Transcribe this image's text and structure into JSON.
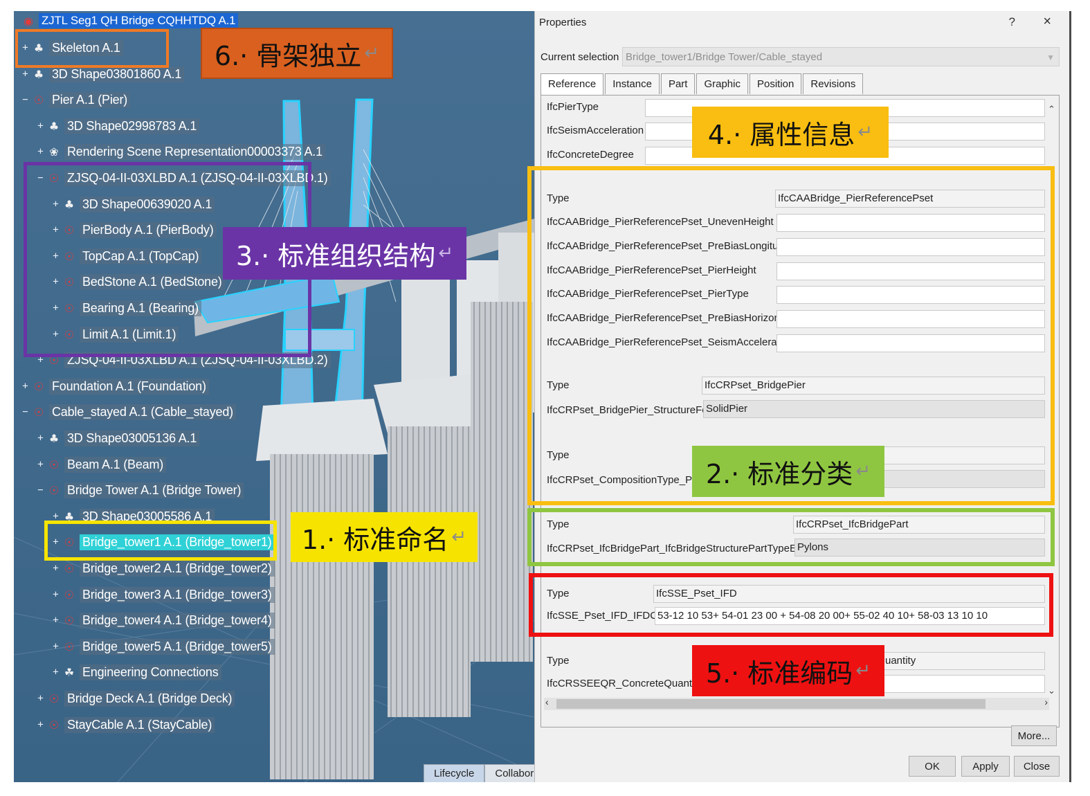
{
  "tree": {
    "root": "ZJTL Seg1 QH Bridge CQHHTDQ A.1",
    "items": [
      {
        "label": "Skeleton A.1",
        "icon": "shape-icon"
      },
      {
        "label": "3D Shape03801860 A.1",
        "icon": "shape-icon"
      },
      {
        "label": "Pier A.1 (Pier)",
        "icon": "product-icon"
      },
      {
        "label": "3D Shape02998783 A.1",
        "icon": "shape-icon"
      },
      {
        "label": "Rendering Scene Representation00003373 A.1",
        "icon": "scene-icon"
      },
      {
        "label": "ZJSQ-04-II-03XLBD A.1 (ZJSQ-04-II-03XLBD.1)",
        "icon": "product-icon"
      },
      {
        "label": "3D Shape00639020 A.1",
        "icon": "shape-icon"
      },
      {
        "label": "PierBody A.1 (PierBody)",
        "icon": "product-icon"
      },
      {
        "label": "TopCap A.1 (TopCap)",
        "icon": "product-icon"
      },
      {
        "label": "BedStone A.1 (BedStone)",
        "icon": "product-icon"
      },
      {
        "label": "Bearing A.1 (Bearing)",
        "icon": "product-icon"
      },
      {
        "label": "Limit A.1 (Limit.1)",
        "icon": "product-icon"
      },
      {
        "label": "ZJSQ-04-II-03XLBD A.1 (ZJSQ-04-II-03XLBD.2)",
        "icon": "product-icon"
      },
      {
        "label": "Foundation A.1 (Foundation)",
        "icon": "product-icon"
      },
      {
        "label": "Cable_stayed A.1 (Cable_stayed)",
        "icon": "product-icon"
      },
      {
        "label": "3D Shape03005136 A.1",
        "icon": "shape-icon"
      },
      {
        "label": "Beam A.1 (Beam)",
        "icon": "product-icon"
      },
      {
        "label": "Bridge Tower A.1 (Bridge Tower)",
        "icon": "product-icon"
      },
      {
        "label": "3D Shape03005586 A.1",
        "icon": "shape-icon"
      },
      {
        "label": "Bridge_tower1 A.1 (Bridge_tower1)",
        "icon": "product-icon"
      },
      {
        "label": "Bridge_tower2 A.1 (Bridge_tower2)",
        "icon": "product-icon"
      },
      {
        "label": "Bridge_tower3 A.1 (Bridge_tower3)",
        "icon": "product-icon"
      },
      {
        "label": "Bridge_tower4 A.1 (Bridge_tower4)",
        "icon": "product-icon"
      },
      {
        "label": "Bridge_tower5 A.1 (Bridge_tower5)",
        "icon": "product-icon"
      },
      {
        "label": "Engineering Connections",
        "icon": "connections-icon"
      },
      {
        "label": "Bridge Deck A.1 (Bridge Deck)",
        "icon": "product-icon"
      },
      {
        "label": "StayCable A.1 (StayCable)",
        "icon": "product-icon"
      }
    ]
  },
  "bottom_tabs": [
    "Lifecycle",
    "Collabor"
  ],
  "callouts": {
    "c1": {
      "text": "1.· 标准命名",
      "mark": "↵"
    },
    "c2": {
      "text": "2.· 标准分类",
      "mark": "↵"
    },
    "c3": {
      "text": "3.· 标准组织结构",
      "mark": "↵"
    },
    "c4": {
      "text": "4.· 属性信息",
      "mark": "↵"
    },
    "c5": {
      "text": "5.· 标准编码",
      "mark": "↵"
    },
    "c6": {
      "text": "6.· 骨架独立",
      "mark": "↵"
    }
  },
  "dialog": {
    "title": "Properties",
    "help": "?",
    "close": "×",
    "current_selection_label": "Current selection :",
    "current_selection_value": "Bridge_tower1/Bridge Tower/Cable_stayed",
    "tabs": [
      "Reference",
      "Instance",
      "Part",
      "Graphic",
      "Position",
      "Revisions"
    ],
    "fields": {
      "ifc_pier_type": {
        "label": "IfcPierType",
        "value": ""
      },
      "ifc_seism": {
        "label": "IfcSeismAcceleration",
        "value": ""
      },
      "ifc_concrete": {
        "label": "IfcConcreteDegree",
        "value": ""
      },
      "type_a": {
        "label": "Type",
        "value": "IfcCAABridge_PierReferencePset"
      },
      "uneven": {
        "label": "IfcCAABridge_PierReferencePset_UnevenHeight",
        "value": ""
      },
      "prebias_long": {
        "label": "IfcCAABridge_PierReferencePset_PreBiasLongitudinal",
        "value": ""
      },
      "pier_height": {
        "label": "IfcCAABridge_PierReferencePset_PierHeight",
        "value": ""
      },
      "pier_type": {
        "label": "IfcCAABridge_PierReferencePset_PierType",
        "value": ""
      },
      "prebias_hor": {
        "label": "IfcCAABridge_PierReferencePset_PreBiasHorizontal",
        "value": ""
      },
      "seism_acc": {
        "label": "IfcCAABridge_PierReferencePset_SeismAcceleration",
        "value": ""
      },
      "type_b": {
        "label": "Type",
        "value": "IfcCRPset_BridgePier"
      },
      "structure_form": {
        "label": "IfcCRPset_BridgePier_StructureForm",
        "value": "SolidPier"
      },
      "type_c": {
        "label": "Type",
        "value": ""
      },
      "composition": {
        "label": "IfcCRPset_CompositionType_Pred",
        "value": ""
      },
      "type_d": {
        "label": "Type",
        "value": "IfcCRPset_IfcBridgePart"
      },
      "part_enum": {
        "label": "IfcCRPset_IfcBridgePart_IfcBridgeStructurePartTypeEnum",
        "value": "Pylons"
      },
      "type_e": {
        "label": "Type",
        "value": "IfcSSE_Pset_IFD"
      },
      "ifd_code": {
        "label": "IfcSSE_Pset_IFD_IFDCode",
        "value": "53-12 10 53+ 54-01 23 00 + 54-08 20 00+ 55-02 40 10+ 58-03 13 10 10"
      },
      "type_f": {
        "label": "Type",
        "value": "uantity"
      },
      "concrete_qty": {
        "label": "IfcCRSSEEQR_ConcreteQuantity_Fi",
        "value": ""
      }
    },
    "buttons": {
      "more": "More...",
      "ok": "OK",
      "apply": "Apply",
      "close": "Close"
    }
  },
  "colors": {
    "viewport_bg": "#3f6c8f",
    "selection": "#2fd1d6",
    "callout_orange": "#d9601f",
    "callout_purple": "#6a34a6",
    "callout_yellow": "#f6e400",
    "callout_amber": "#f9be11",
    "callout_green": "#8fc641",
    "callout_red": "#ee1111"
  }
}
